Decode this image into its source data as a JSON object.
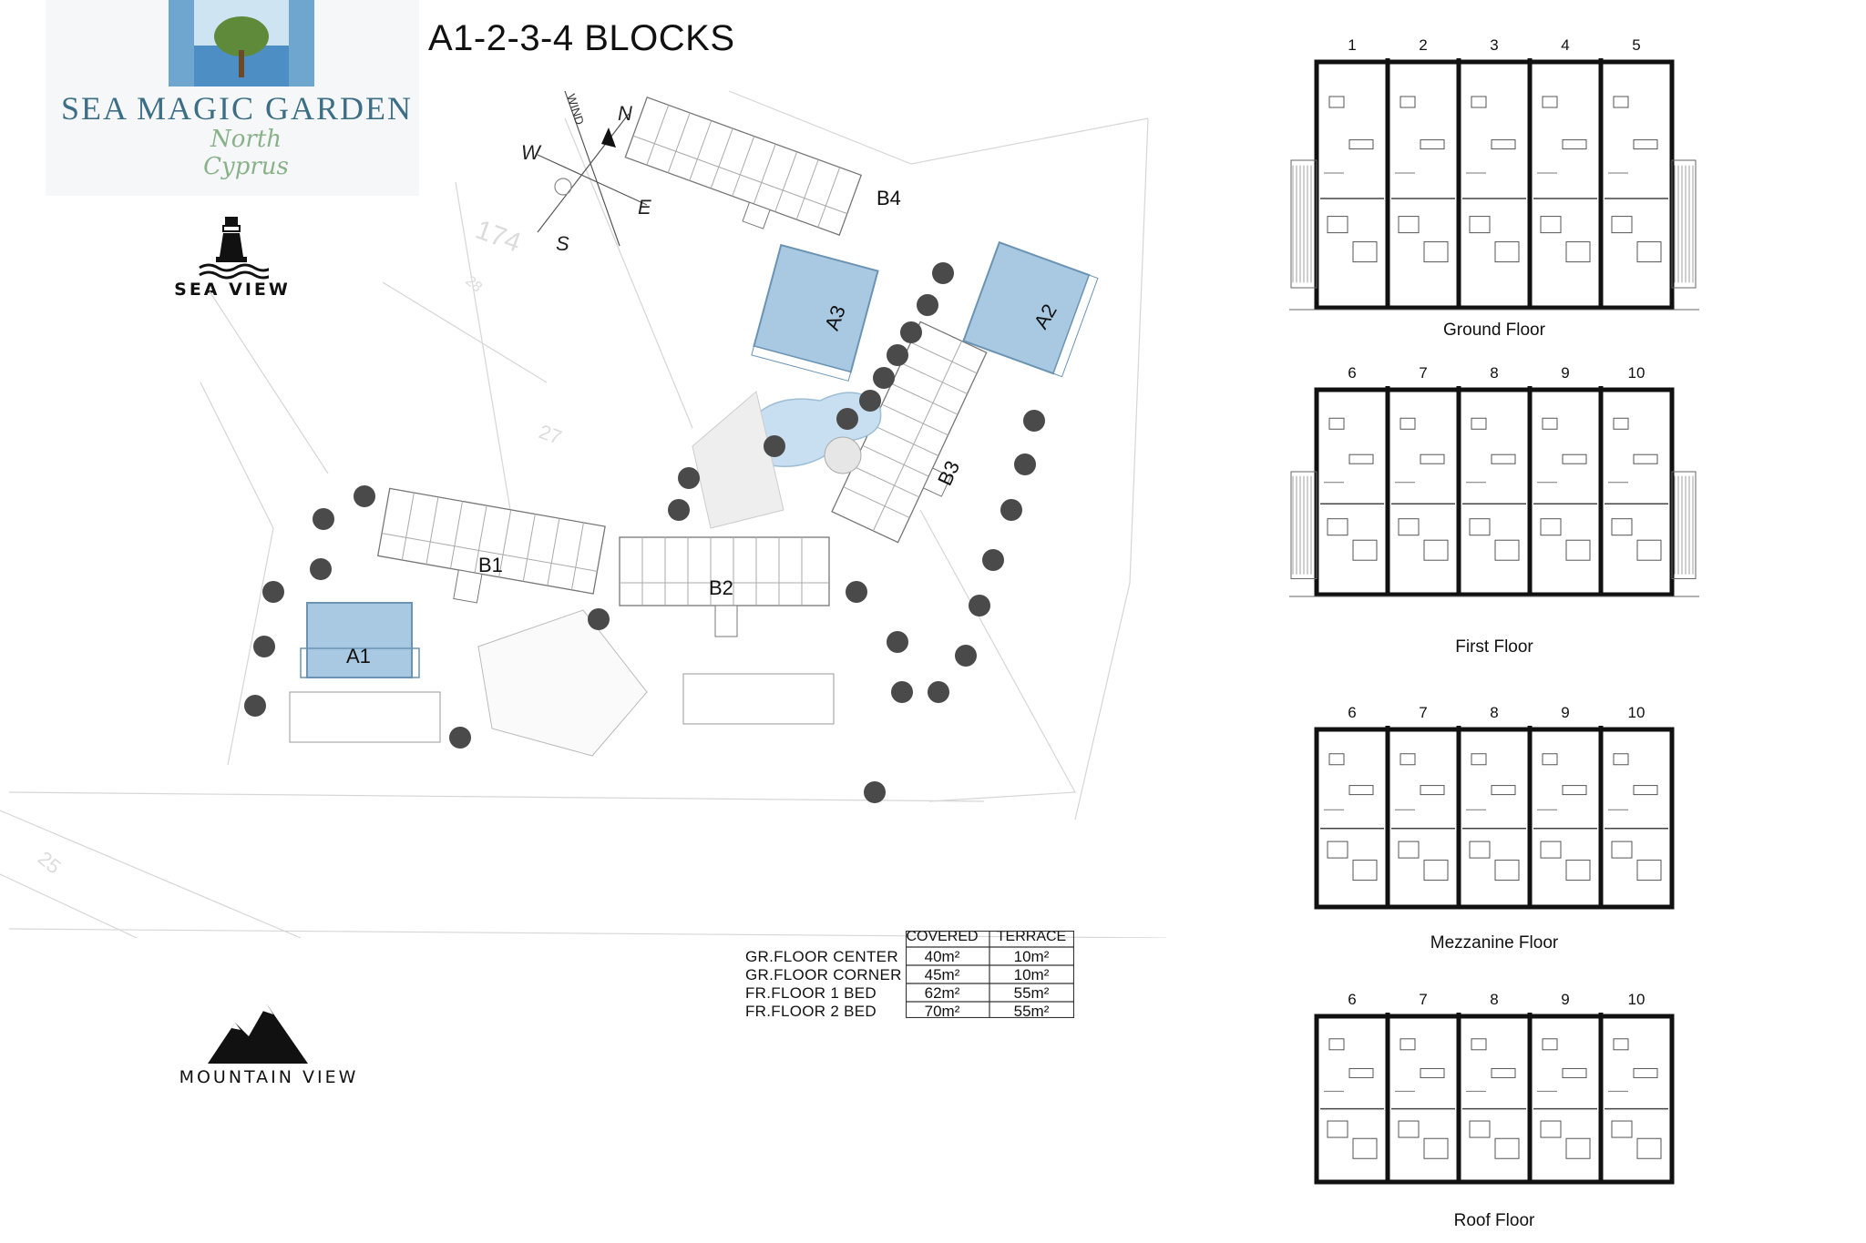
{
  "brand": {
    "name": "SEA MAGIC GARDEN",
    "tagline": "North Cyprus"
  },
  "title": "A1-2-3-4 BLOCKS",
  "views": {
    "sea": "SEA VIEW",
    "mountain": "MOUNTAIN VIEW"
  },
  "compass": {
    "n": "N",
    "s": "S",
    "e": "E",
    "w": "W",
    "wind": "WIND"
  },
  "blocks": [
    "A1",
    "A2",
    "A3",
    "B1",
    "B2",
    "B3",
    "B4"
  ],
  "area_table": {
    "headers": [
      "COVERED",
      "TERRACE"
    ],
    "rows": [
      {
        "label": "GR.FLOOR CENTER",
        "covered": "40m²",
        "terrace": "10m²"
      },
      {
        "label": "GR.FLOOR CORNER",
        "covered": "45m²",
        "terrace": "10m²"
      },
      {
        "label": "FR.FLOOR 1 BED",
        "covered": "62m²",
        "terrace": "55m²"
      },
      {
        "label": "FR.FLOOR 2 BED",
        "covered": "70m²",
        "terrace": "55m²"
      }
    ]
  },
  "floors": [
    {
      "name": "Ground Floor",
      "units": [
        "1",
        "2",
        "3",
        "4",
        "5"
      ]
    },
    {
      "name": "First Floor",
      "units": [
        "6",
        "7",
        "8",
        "9",
        "10"
      ]
    },
    {
      "name": "Mezzanine Floor",
      "units": [
        "6",
        "7",
        "8",
        "9",
        "10"
      ]
    },
    {
      "name": "Roof Floor",
      "units": [
        "6",
        "7",
        "8",
        "9",
        "10"
      ]
    }
  ],
  "colors": {
    "block_fill": "#a9c9e2",
    "block_stroke": "#6b93b3",
    "brand": "#3c6f86",
    "tagline": "#8ab28a"
  }
}
